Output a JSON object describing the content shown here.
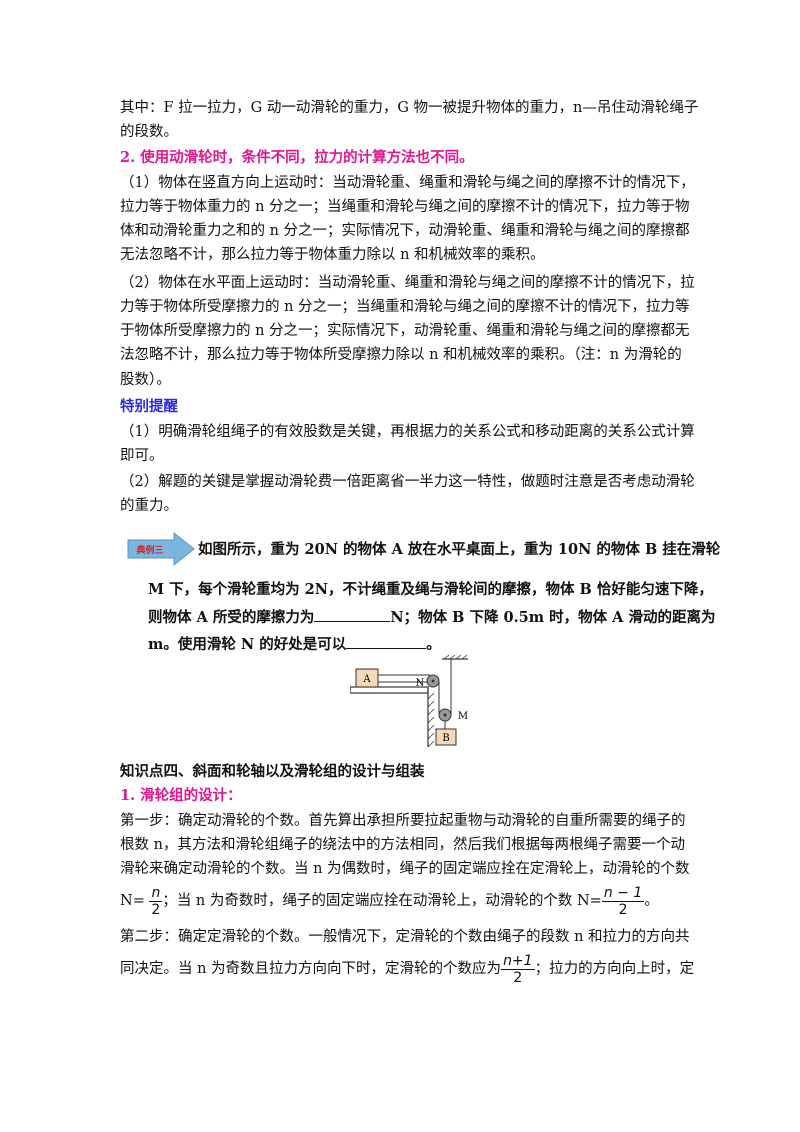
{
  "lines": {
    "l1": "其中：F 拉一拉力，G 动一动滑轮的重力，G 物一被提升物体的重力，n—吊住动滑轮绳子",
    "l2": "的段数。",
    "h2": "2. 使用动滑轮时，条件不同，拉力的计算方法也不同。",
    "p1a": "（1）物体在竖直方向上运动时：当动滑轮重、绳重和滑轮与绳之间的摩擦不计的情况下，",
    "p1b": "拉力等于物体重力的 n 分之一；当绳重和滑轮与绳之间的摩擦不计的情况下，拉力等于物",
    "p1c": "体和动滑轮重力之和的 n 分之一；实际情况下，动滑轮重、绳重和滑轮与绳之间的摩擦都",
    "p1d": "无法忽略不计，那么拉力等于物体重力除以 n 和机械效率的乘积。",
    "p2a": "（2）物体在水平面上运动时：当动滑轮重、绳重和滑轮与绳之间的摩擦不计的情况下，拉",
    "p2b": "力等于物体所受摩擦力的 n 分之一；当绳重和滑轮与绳之间的摩擦不计的情况下，拉力等",
    "p2c": "于物体所受摩擦力的 n 分之一；实际情况下，动滑轮重、绳重和滑轮与绳之间的摩擦都无",
    "p2d": "法忽略不计，那么拉力等于物体所受摩擦力除以 n 和机械效率的乘积。（注：n 为滑轮的",
    "p2e": "股数）。",
    "tip_title": "特别提醒",
    "t1a": "（1）明确滑轮组绳子的有效股数是关键，再根据力的关系公式和移动距离的关系公式计算",
    "t1b": "即可。",
    "t2a": "（2）解题的关键是掌握动滑轮费一倍距离省一半力这一特性，做题时注意是否考虑动滑轮",
    "t2b": "的重力。",
    "ex_tag": "典例三",
    "ex1": "如图所示，重为 20N 的物体 A 放在水平桌面上，重为 10N 的物体 B 挂在滑轮",
    "ex2": "M 下，每个滑轮重均为 2N，不计绳重及绳与滑轮间的摩擦，物体 B 恰好能匀速下降，",
    "ex3a": "则物体 A  所受的摩擦力为",
    "ex3b": "N；物体 B 下降 0.5m 时，物体 A 滑动的距离为",
    "ex4a": "m。使用滑轮 N 的好处是可以",
    "ex4b": "。",
    "diag_A": "A",
    "diag_N": "N",
    "diag_M": "M",
    "diag_B": "B",
    "kp4": "知识点四、斜面和轮轴以及滑轮组的设计与组装",
    "kp4_1": "1. 滑轮组的设计：",
    "s1a": "第一步：确定动滑轮的个数。首先算出承担所要拉起重物与动滑轮的自重所需要的绳子的",
    "s1b": "根数 n，其方法和滑轮组绳子的绕法中的方法相同，然后我们根据每两根绳子需要一个动",
    "s1c": "滑轮来确定动滑轮的个数。当 n 为偶数时，绳子的固定端应拴在定滑轮上，动滑轮的个数",
    "s1d_pre": "N=",
    "s1d_mid": "；当 n 为奇数时，绳子的固定端应拴在动滑轮上，动滑轮的个数  N=",
    "s1d_end": "。",
    "s2a": "第二步：确定定滑轮的个数。一般情况下，定滑轮的个数由绳子的段数 n 和拉力的方向共",
    "s2b_pre": "同决定。当 n 为奇数且拉力方向向下时，定滑轮的个数应为",
    "s2b_end": "；拉力的方向向上时，定"
  },
  "fractions": {
    "f1": {
      "num": "n",
      "den": "2"
    },
    "f2": {
      "num": "n − 1",
      "den": "2"
    },
    "f3": {
      "num": "n+1",
      "den": "2"
    }
  },
  "colors": {
    "heading_magenta": "#e0178f",
    "heading_blue": "#2a2adf",
    "tag_fill": "#7ab6e0",
    "tag_text": "#d62020"
  }
}
